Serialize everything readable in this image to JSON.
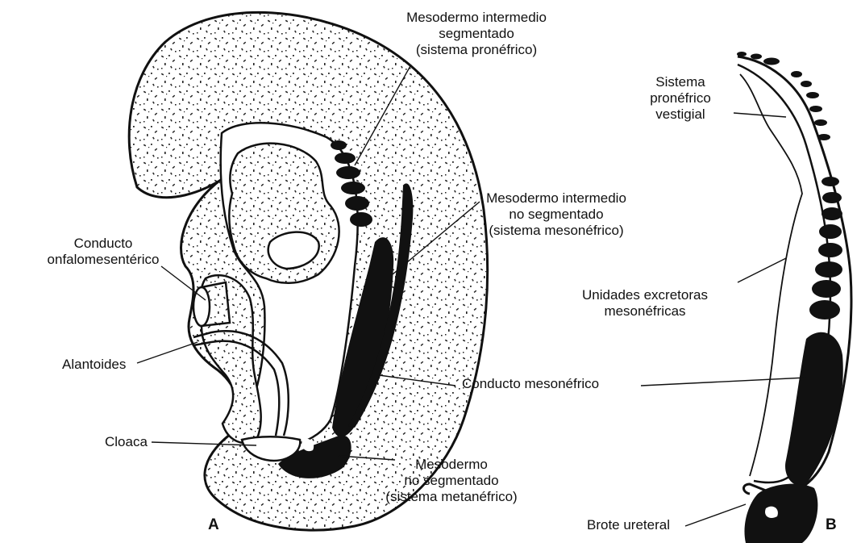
{
  "colors": {
    "ink": "#111111",
    "tissue": "#ffffff",
    "stipple": "#222222"
  },
  "panels": {
    "a": "A",
    "b": "B"
  },
  "labels": {
    "pronephric_seg": "Mesodermo intermedio\nsegmentado\n(sistema pronéfrico)",
    "mesonephric_unseg": "Mesodermo intermedio\nno segmentado\n(sistema mesonéfrico)",
    "omphalomesenteric": "Conducto\nonfalomesentérico",
    "allantois": "Alantoides",
    "cloaca": "Cloaca",
    "mesonephric_duct": "Conducto mesonéfrico",
    "metanephric": "Mesodermo\nno segmentado\n(sistema metanéfrico)",
    "vestigial_pronephros": "Sistema\npronéfrico\nvestigial",
    "excretory_units": "Unidades excretoras\nmesonéfricas",
    "ureteric_bud": "Brote ureteral"
  }
}
